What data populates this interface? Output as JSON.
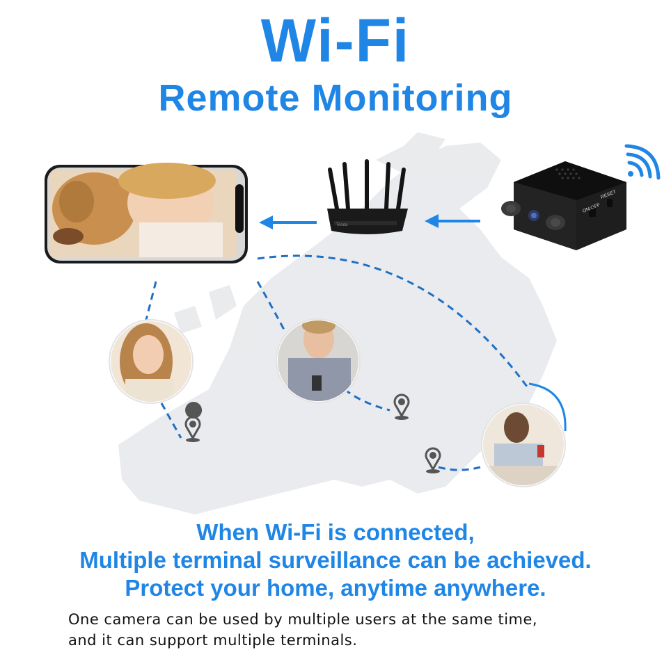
{
  "header": {
    "title": "Wi-Fi",
    "subtitle": "Remote Monitoring"
  },
  "device": {
    "on_off_label": "ON/OFF",
    "reset_label": "RESET"
  },
  "router": {
    "brand_label": "Tenda"
  },
  "tagline": {
    "line1": "When Wi-Fi is connected,",
    "line2": "Multiple terminal surveillance can be achieved.",
    "line3": "Protect your home, anytime anywhere."
  },
  "description": {
    "line1": "One camera can be used by multiple users at the same time,",
    "line2": "and it can support multiple terminals."
  },
  "colors": {
    "accent": "#1f86e6",
    "map": "#e6e8eb",
    "text": "#111111"
  }
}
